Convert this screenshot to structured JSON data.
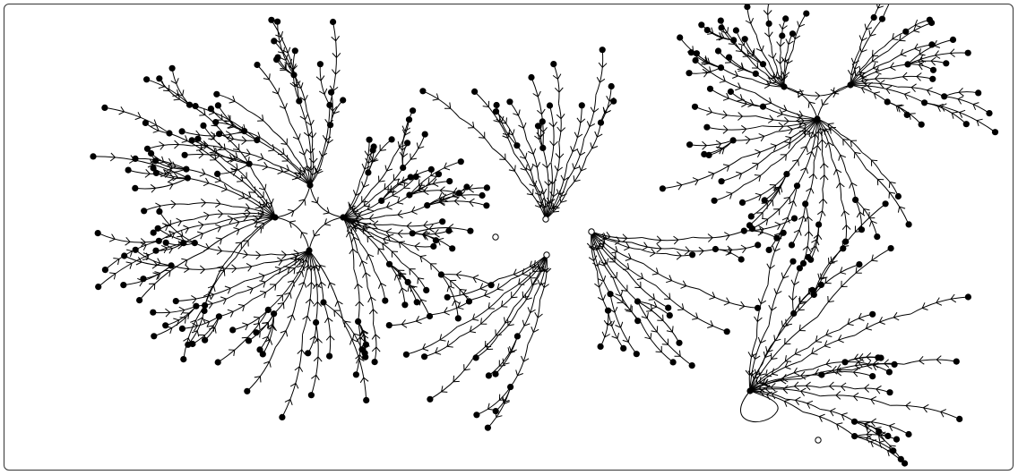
{
  "diagram": {
    "kind": "directed graph",
    "description_visible_text": "",
    "colors": {
      "node": "#000000",
      "edge": "#000000",
      "open_node_fill": "#ffffff",
      "frame": "#333333"
    },
    "clusters": [
      {
        "id": "cluster-left-spiral",
        "hub_nodes": 4,
        "direction": "counterclockwise",
        "leaf_branches": 48
      },
      {
        "id": "cluster-top-center",
        "hub_nodes": 1,
        "direction": "upward",
        "leaf_branches": 14
      },
      {
        "id": "cluster-top-right-spiral",
        "hub_nodes": 3,
        "direction": "clockwise",
        "leaf_branches": 38
      },
      {
        "id": "cluster-bottom-center",
        "hub_nodes": 2,
        "direction": "downward",
        "leaf_branches": 30
      },
      {
        "id": "cluster-bottom-right",
        "hub_nodes": 1,
        "direction": "rightward",
        "leaf_branches": 24
      }
    ],
    "open_nodes": 5,
    "self_loops": 1
  }
}
